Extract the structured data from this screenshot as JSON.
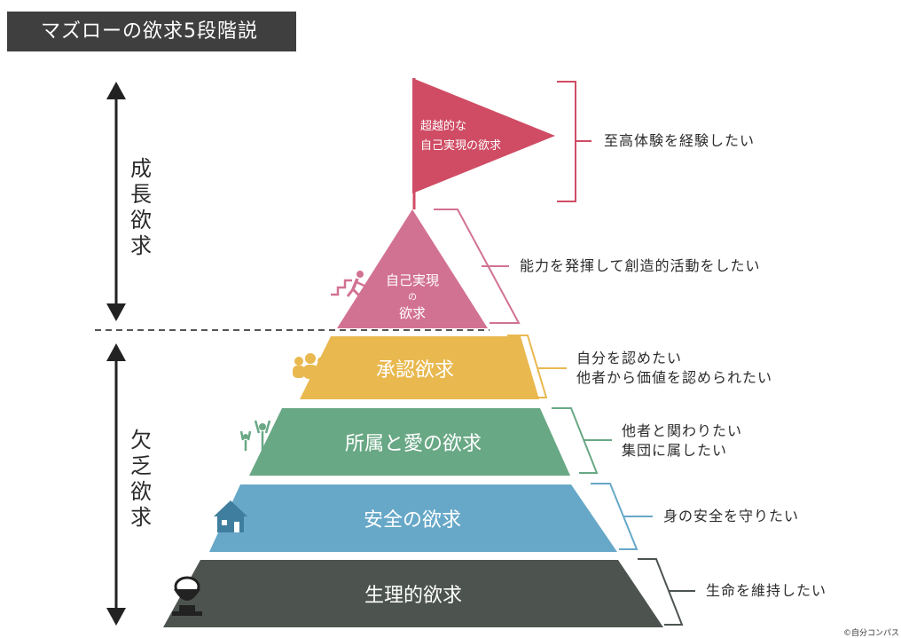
{
  "title": "マズローの欲求5段階説",
  "growth_label": "成長欲求",
  "deficiency_label": "欠乏欲求",
  "flag": {
    "line1": "超越的な",
    "line2": "自己実現の欲求",
    "desc": "至高体験を経験したい",
    "color": "#cf4c64"
  },
  "tiers": [
    {
      "line1": "自己実現",
      "line2": "の",
      "line3": "欲求",
      "desc1": "能力を発揮して創造的活動をしたい",
      "color": "#d27292"
    },
    {
      "label": "承認欲求",
      "desc1": "自分を認めたい",
      "desc2": "他者から価値を認められたい",
      "color": "#e9b84f"
    },
    {
      "label": "所属と愛の欲求",
      "desc1": "他者と関わりたい",
      "desc2": "集団に属したい",
      "color": "#69a885"
    },
    {
      "label": "安全の欲求",
      "desc1": "身の安全を守りたい",
      "color": "#67a8c8"
    },
    {
      "label": "生理的欲求",
      "desc1": "生命を維持したい",
      "color": "#4d544f"
    }
  ],
  "credit": "©自分コンパス"
}
